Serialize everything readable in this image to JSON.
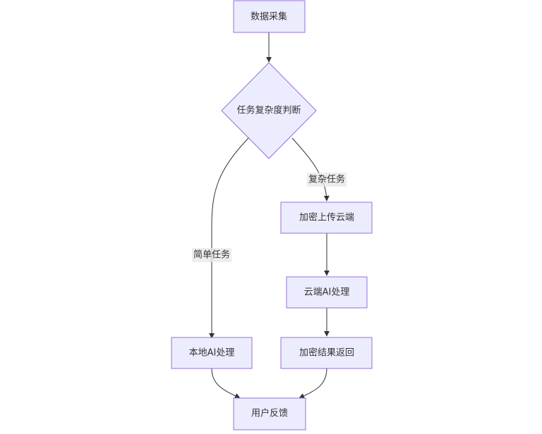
{
  "nodes": {
    "collect": "数据采集",
    "judge": "任务复杂度判断",
    "encrypt_upload": "加密上传云端",
    "cloud_ai": "云端AI处理",
    "local_ai": "本地AI处理",
    "encrypt_return": "加密结果返回",
    "feedback": "用户反馈"
  },
  "edge_labels": {
    "complex": "复杂任务",
    "simple": "简单任务"
  },
  "colors": {
    "node_fill": "#ECECFF",
    "node_stroke": "#9370DB",
    "edge": "#333333",
    "label_bg": "#e8e8e8"
  }
}
